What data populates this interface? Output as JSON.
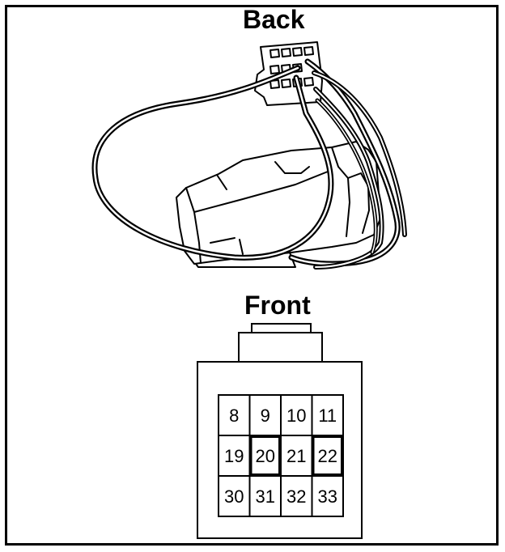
{
  "labels": {
    "back": "Back",
    "front": "Front"
  },
  "connector_front": {
    "rows": [
      [
        {
          "pin": "8",
          "highlight": false
        },
        {
          "pin": "9",
          "highlight": false
        },
        {
          "pin": "10",
          "highlight": false
        },
        {
          "pin": "11",
          "highlight": false
        }
      ],
      [
        {
          "pin": "19",
          "highlight": false
        },
        {
          "pin": "20",
          "highlight": true
        },
        {
          "pin": "21",
          "highlight": false
        },
        {
          "pin": "22",
          "highlight": true
        }
      ],
      [
        {
          "pin": "30",
          "highlight": false
        },
        {
          "pin": "31",
          "highlight": false
        },
        {
          "pin": "32",
          "highlight": false
        },
        {
          "pin": "33",
          "highlight": false
        }
      ]
    ]
  },
  "colors": {
    "line": "#000000",
    "background": "#ffffff"
  }
}
